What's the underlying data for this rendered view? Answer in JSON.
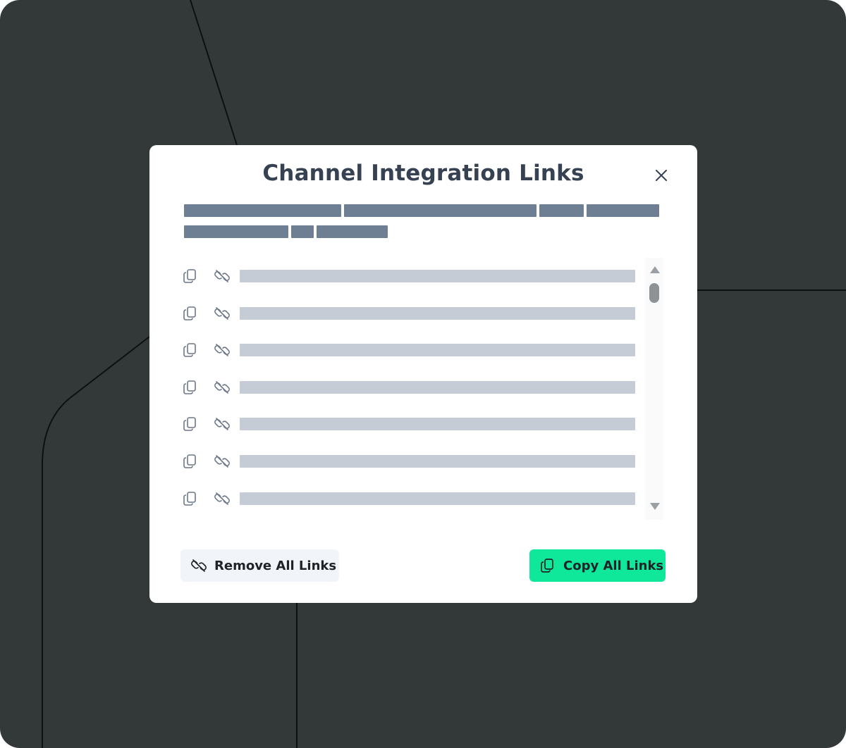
{
  "dialog": {
    "title": "Channel Integration Links",
    "close_icon": "close-icon",
    "description_redacted": true
  },
  "links": [
    {
      "copy_icon": "copy-icon",
      "remove_icon": "unlink-icon",
      "redacted": true
    },
    {
      "copy_icon": "copy-icon",
      "remove_icon": "unlink-icon",
      "redacted": true
    },
    {
      "copy_icon": "copy-icon",
      "remove_icon": "unlink-icon",
      "redacted": true
    },
    {
      "copy_icon": "copy-icon",
      "remove_icon": "unlink-icon",
      "redacted": true
    },
    {
      "copy_icon": "copy-icon",
      "remove_icon": "unlink-icon",
      "redacted": true
    },
    {
      "copy_icon": "copy-icon",
      "remove_icon": "unlink-icon",
      "redacted": true
    },
    {
      "copy_icon": "copy-icon",
      "remove_icon": "unlink-icon",
      "redacted": true
    }
  ],
  "actions": {
    "remove_all_label": "Remove All Links",
    "remove_all_icon": "unlink-icon",
    "copy_all_label": "Copy All Links",
    "copy_all_icon": "copy-icon"
  },
  "colors": {
    "backdrop": "#333838",
    "title": "#364152",
    "redaction_dark": "#6f7f93",
    "redaction_light": "#c5ccd5",
    "copy_all_button": "#0fe89a",
    "remove_all_button": "#f1f4f8"
  }
}
